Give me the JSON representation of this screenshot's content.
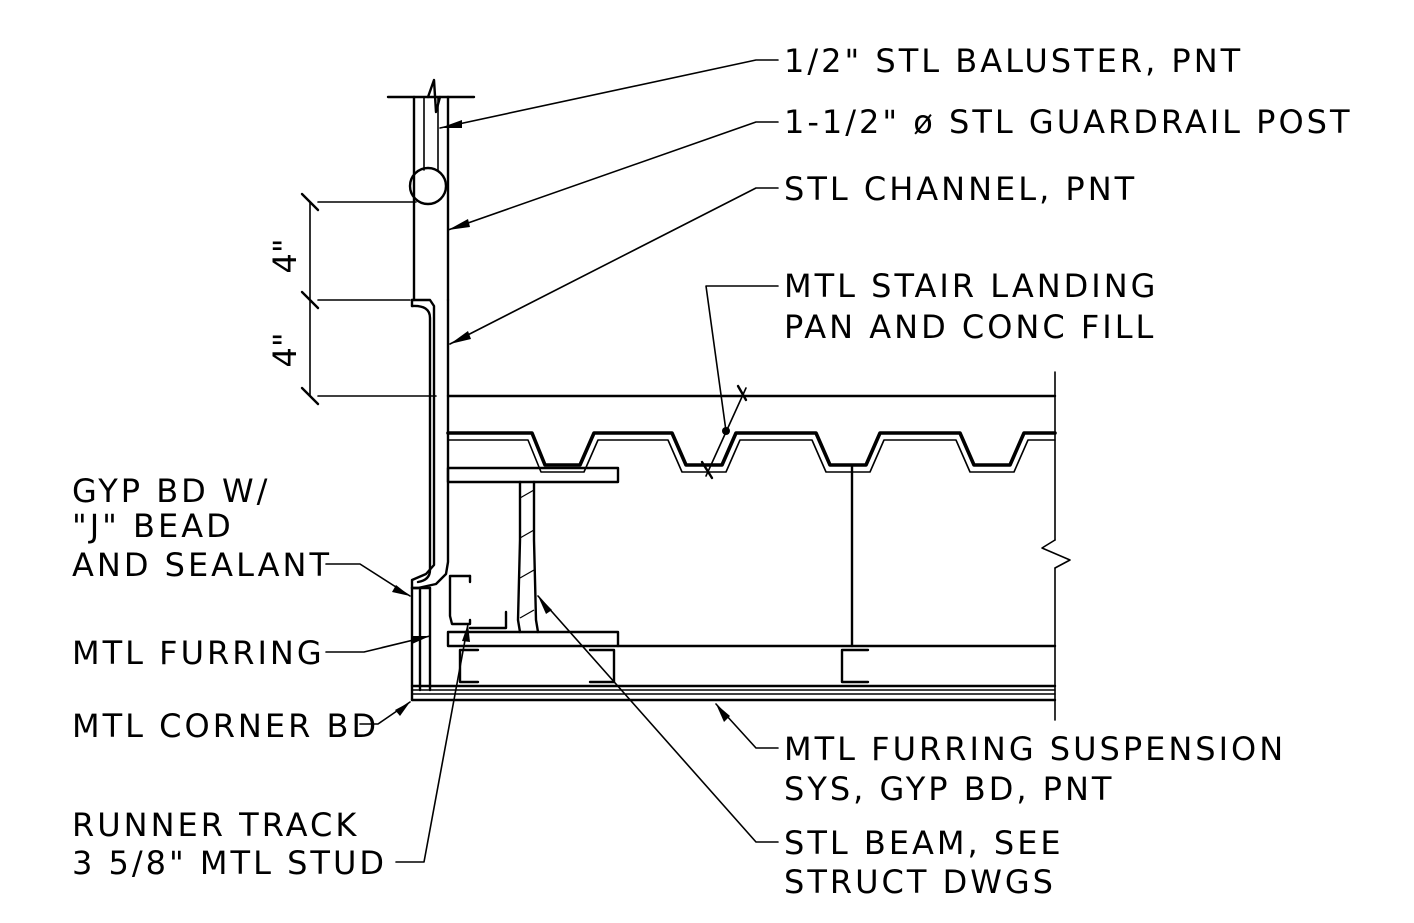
{
  "callouts": {
    "baluster": "1/2\" STL BALUSTER, PNT",
    "guardrail_post": "1-1/2\" ø STL GUARDRAIL POST",
    "channel": "STL CHANNEL, PNT",
    "landing_line1": "MTL STAIR LANDING",
    "landing_line2": "PAN AND CONC FILL",
    "gyp_line1": "GYP BD W/",
    "gyp_line2": "\"J\" BEAD",
    "gyp_line3": "AND SEALANT",
    "furring": "MTL FURRING",
    "corner_bd": "MTL CORNER BD",
    "suspension_line1": "MTL FURRING SUSPENSION",
    "suspension_line2": "SYS, GYP BD, PNT",
    "beam_line1": "STL BEAM, SEE",
    "beam_line2": "STRUCT DWGS",
    "runner_line1": "RUNNER TRACK",
    "runner_line2": "3 5/8\" MTL STUD"
  },
  "dimensions": {
    "upper": "4\"",
    "lower": "4\""
  }
}
